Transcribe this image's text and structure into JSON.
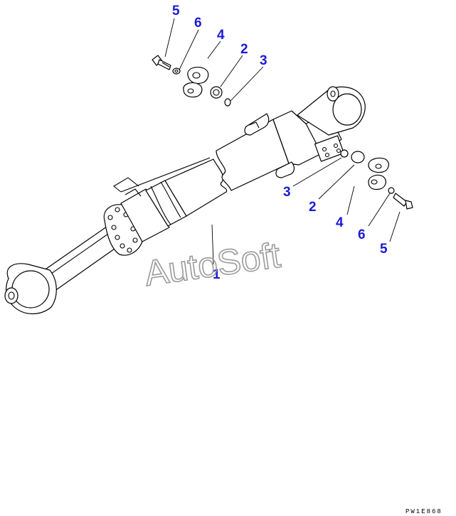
{
  "diagram": {
    "callouts": [
      {
        "id": "c-1",
        "label": "1"
      },
      {
        "id": "c-2-top",
        "label": "2"
      },
      {
        "id": "c-3-top",
        "label": "3"
      },
      {
        "id": "c-4-top",
        "label": "4"
      },
      {
        "id": "c-5-top",
        "label": "5"
      },
      {
        "id": "c-6-top",
        "label": "6"
      },
      {
        "id": "c-2-bottom",
        "label": "2"
      },
      {
        "id": "c-3-bottom",
        "label": "3"
      },
      {
        "id": "c-4-bottom",
        "label": "4"
      },
      {
        "id": "c-5-bottom",
        "label": "5"
      },
      {
        "id": "c-6-bottom",
        "label": "6"
      }
    ],
    "watermark": "AutoSoft",
    "drawing_code": "PW1E868"
  },
  "colors": {
    "callout": "#1a1ad6",
    "linework": "#000000",
    "watermark": "#9a9a9a",
    "background": "#ffffff"
  }
}
